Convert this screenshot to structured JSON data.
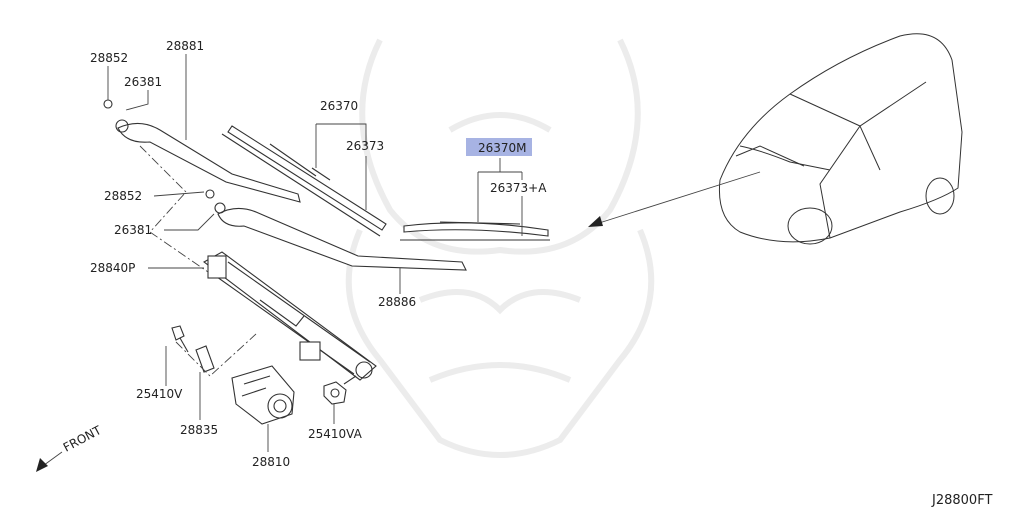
{
  "diagram_code": "J28800FT",
  "front_label": "FRONT",
  "highlight_color": "#a7b3e3",
  "highlighted_part": "26370M",
  "callouts": {
    "c28852_top": "28852",
    "c26381_top": "26381",
    "c28881": "28881",
    "c26370": "26370",
    "c26373": "26373",
    "c26370m": "26370M",
    "c26373a": "26373+A",
    "c28852_mid": "28852",
    "c26381_mid": "26381",
    "c28840p": "28840P",
    "c28886": "28886",
    "c25410v": "25410V",
    "c28835": "28835",
    "c25410va": "25410VA",
    "c28810": "28810"
  }
}
